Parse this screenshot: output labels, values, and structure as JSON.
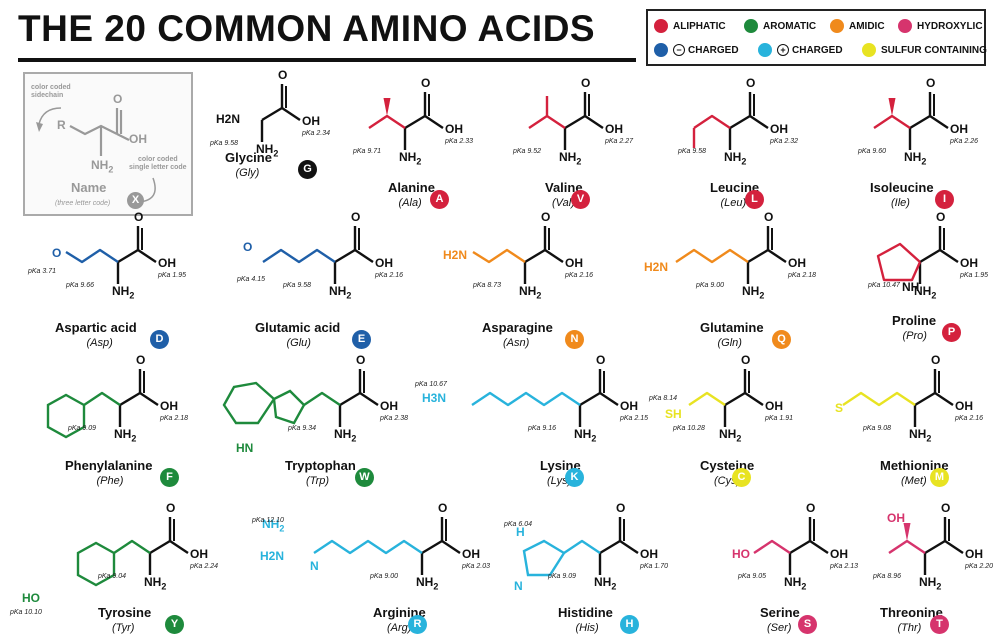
{
  "title": "THE 20 COMMON AMINO ACIDS",
  "legend": {
    "aliphatic": "ALIPHATIC",
    "aromatic": "AROMATIC",
    "amidic": "AMIDIC",
    "hydroxylic": "HYDROXYLIC",
    "neg_charged": "CHARGED",
    "pos_charged": "CHARGED",
    "sulfur": "SULFUR CONTAINING",
    "neg_sign": "−",
    "pos_sign": "+"
  },
  "colors": {
    "aliphatic": "#d4213d",
    "aromatic": "#1e8a3c",
    "amidic": "#f08a1c",
    "hydroxylic": "#d6346d",
    "neg_charged": "#1f5fa8",
    "pos_charged": "#28b3dc",
    "sulfur": "#e8e322",
    "key": "#999999"
  },
  "key": {
    "sidechain": "color coded\nsidechain",
    "sidechain_l1": "color coded",
    "sidechain_l2": "sidechain",
    "r": "R",
    "oh": "OH",
    "o": "O",
    "nh2": "NH",
    "name": "Name",
    "letter_l1": "color coded",
    "letter_l2": "single letter code",
    "three": "(three letter code)",
    "x": "X"
  },
  "atoms": {
    "O": "O",
    "OH": "OH",
    "NH": "NH",
    "H2N": "H2N",
    "N": "N",
    "HN": "HN",
    "HO": "HO",
    "NH2": "NH2",
    "S": "S",
    "SH": "SH",
    "H": "H",
    "H3N": "H3N",
    "H2": "H2"
  },
  "amino_acids": [
    {
      "name": "Glycine",
      "abbr": "(Gly)",
      "letter": "G",
      "pka1": "pKa 9.58",
      "pka2": "pKa 2.34"
    },
    {
      "name": "Alanine",
      "abbr": "(Ala)",
      "letter": "A",
      "pka1": "pKa 9.71",
      "pka2": "pKa 2.33"
    },
    {
      "name": "Valine",
      "abbr": "(Val)",
      "letter": "V",
      "pka1": "pKa 9.52",
      "pka2": "pKa 2.27"
    },
    {
      "name": "Leucine",
      "abbr": "(Leu)",
      "letter": "L",
      "pka1": "pKa 9.58",
      "pka2": "pKa 2.32"
    },
    {
      "name": "Isoleucine",
      "abbr": "(Ile)",
      "letter": "I",
      "pka1": "pKa 9.60",
      "pka2": "pKa 2.26"
    },
    {
      "name": "Aspartic acid",
      "abbr": "(Asp)",
      "letter": "D",
      "pka1": "pKa 9.66",
      "pka2": "pKa 1.95",
      "pka3": "pKa 3.71"
    },
    {
      "name": "Glutamic acid",
      "abbr": "(Glu)",
      "letter": "E",
      "pka1": "pKa 9.58",
      "pka2": "pKa 2.16",
      "pka3": "pKa 4.15"
    },
    {
      "name": "Asparagine",
      "abbr": "(Asn)",
      "letter": "N",
      "pka1": "pKa 8.73",
      "pka2": "pKa 2.16"
    },
    {
      "name": "Glutamine",
      "abbr": "(Gln)",
      "letter": "Q",
      "pka1": "pKa 9.00",
      "pka2": "pKa 2.18"
    },
    {
      "name": "Proline",
      "abbr": "(Pro)",
      "letter": "P",
      "pka1": "pKa 10.47",
      "pka2": "pKa 1.95"
    },
    {
      "name": "Phenylalanine",
      "abbr": "(Phe)",
      "letter": "F",
      "pka1": "pKa 9.09",
      "pka2": "pKa 2.18"
    },
    {
      "name": "Tryptophan",
      "abbr": "(Trp)",
      "letter": "W",
      "pka1": "pKa 9.34",
      "pka2": "pKa 2.38"
    },
    {
      "name": "Lysine",
      "abbr": "(Lys)",
      "letter": "K",
      "pka1": "pKa 9.16",
      "pka2": "pKa 2.15",
      "pka3": "pKa 10.67"
    },
    {
      "name": "Cysteine",
      "abbr": "(Cys)",
      "letter": "C",
      "pka1": "pKa 10.28",
      "pka2": "pKa 1.91",
      "pka3": "pKa 8.14"
    },
    {
      "name": "Methionine",
      "abbr": "(Met)",
      "letter": "M",
      "pka1": "pKa 9.08",
      "pka2": "pKa 2.16"
    },
    {
      "name": "Tyrosine",
      "abbr": "(Tyr)",
      "letter": "Y",
      "pka1": "pKa 9.04",
      "pka2": "pKa 2.24",
      "pka3": "pKa 10.10"
    },
    {
      "name": "Arginine",
      "abbr": "(Arg)",
      "letter": "R",
      "pka1": "pKa 9.00",
      "pka2": "pKa 2.03",
      "pka3": "pKa 12.10"
    },
    {
      "name": "Histidine",
      "abbr": "(His)",
      "letter": "H",
      "pka1": "pKa 9.09",
      "pka2": "pKa 1.70",
      "pka3": "pKa 6.04"
    },
    {
      "name": "Serine",
      "abbr": "(Ser)",
      "letter": "S",
      "pka1": "pKa 9.05",
      "pka2": "pKa 2.13"
    },
    {
      "name": "Threonine",
      "abbr": "(Thr)",
      "letter": "T",
      "pka1": "pKa 8.96",
      "pka2": "pKa 2.20"
    }
  ]
}
